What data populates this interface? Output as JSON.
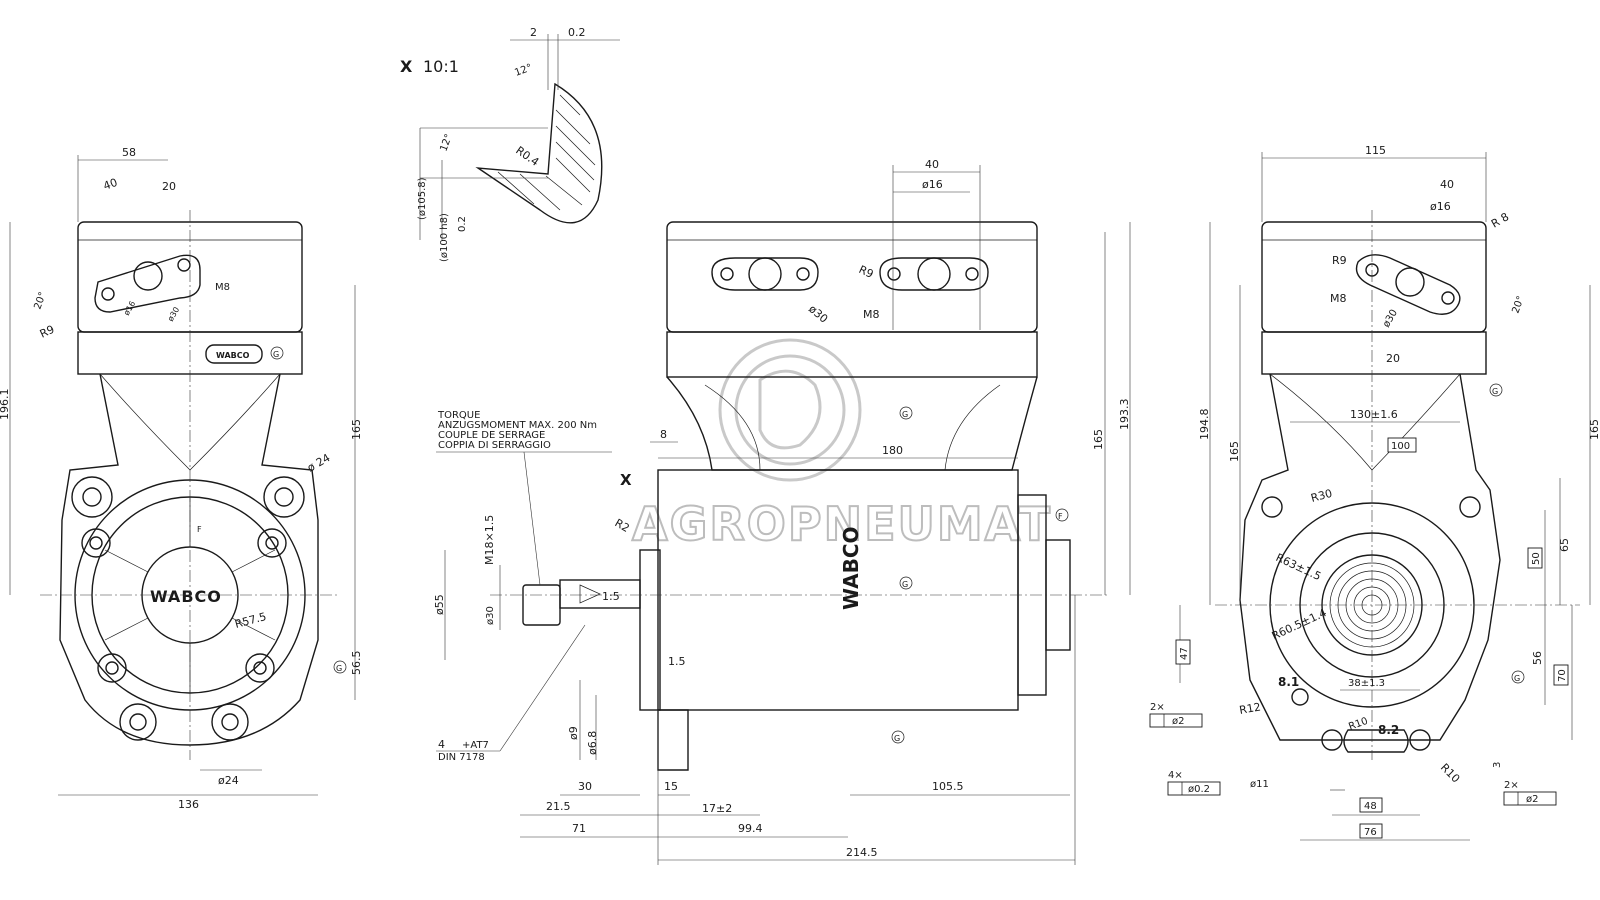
{
  "detail": {
    "label": "X",
    "scale": "10:1",
    "dims": [
      "2",
      "0.2",
      "12°",
      "12°",
      "R0.4",
      "(ø105.8)",
      "(ø100 h8)",
      "0.2"
    ]
  },
  "left_view": {
    "brand": "WABCO",
    "dims": [
      "58",
      "40",
      "20",
      "20°",
      "R9",
      "ø16",
      "ø30",
      "M8",
      "196.1",
      "165",
      "ø 24",
      "R57.5",
      "56.5",
      "ø24",
      "136"
    ],
    "marks": [
      "G",
      "F",
      "G"
    ]
  },
  "front_view": {
    "brand": "WABCO",
    "torque_note": [
      "TORQUE",
      "ANZUGSMOMENT  MAX. 200 Nm",
      "COUPLE DE SERRAGE",
      "COPPIA DI SERRAGGIO"
    ],
    "thread_note": [
      "+AT7",
      "DIN 7178"
    ],
    "section_label": "X",
    "taper": "1:5",
    "dims": [
      "40",
      "ø16",
      "R9",
      "ø30",
      "M8",
      "193.3",
      "165",
      "180",
      "8",
      "R2",
      "M18×1.5",
      "ø55",
      "ø30",
      "1.5",
      "ø9",
      "ø6.8",
      "30",
      "15",
      "105.5",
      "21.5",
      "17±2",
      "71",
      "99.4",
      "214.5",
      "4"
    ],
    "marks": [
      "G",
      "G",
      "F",
      "G"
    ]
  },
  "right_view": {
    "dims": [
      "115",
      "40",
      "ø16",
      "R 8",
      "R9",
      "M8",
      "ø30",
      "20°",
      "20",
      "194.8",
      "165",
      "165",
      "130±1.6",
      "100",
      "R30",
      "R63±1.5",
      "R60.5±1.4",
      "65",
      "50",
      "47",
      "56",
      "70",
      "38±1.3",
      "8.1",
      "8.2",
      "R10",
      "R12",
      "R10",
      "3",
      "2×",
      "ø2",
      "4×",
      "ø0.2",
      "ø11",
      "48",
      "76",
      "2×",
      "ø2"
    ],
    "marks": [
      "G",
      "G"
    ]
  },
  "watermark": "AGROPNEUMAT"
}
